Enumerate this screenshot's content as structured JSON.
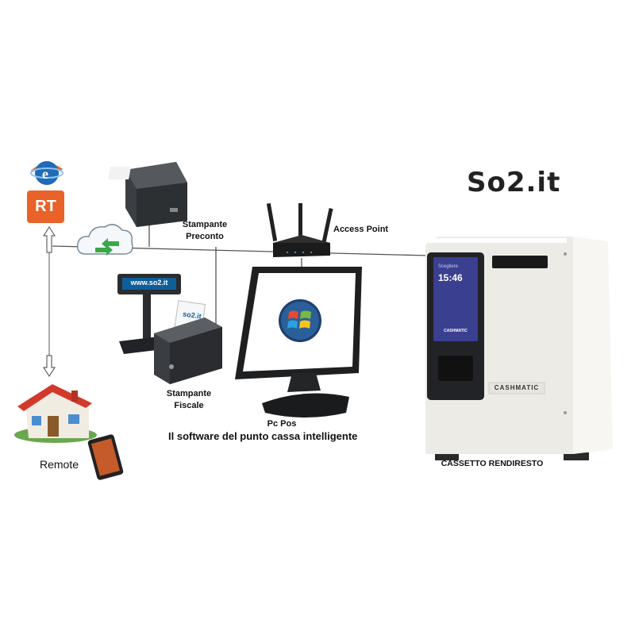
{
  "brand": {
    "logo_text": "So2.it"
  },
  "badges": {
    "rt": "RT"
  },
  "display": {
    "url": "www.so2.it"
  },
  "receipt_logo": "so2.it",
  "register": {
    "time": "15:46",
    "small_text": "Scegliere",
    "brand": "CASHMATIC",
    "plate": "CASHMATIC"
  },
  "labels": {
    "stampante_preconto_1": "Stampante",
    "stampante_preconto_2": "Preconto",
    "access_point": "Access Point",
    "stampante_fiscale_1": "Stampante",
    "stampante_fiscale_2": "Fiscale",
    "pc_pos": "Pc Pos",
    "remote": "Remote",
    "cassetto": "CASSETTO RENDIRESTO",
    "tagline": "Il software del punto cassa intelligente"
  },
  "colors": {
    "rt_orange": "#e8622a",
    "cloud_arrows": "#3aa84a",
    "line": "#555555",
    "house_roof": "#d2392b"
  }
}
